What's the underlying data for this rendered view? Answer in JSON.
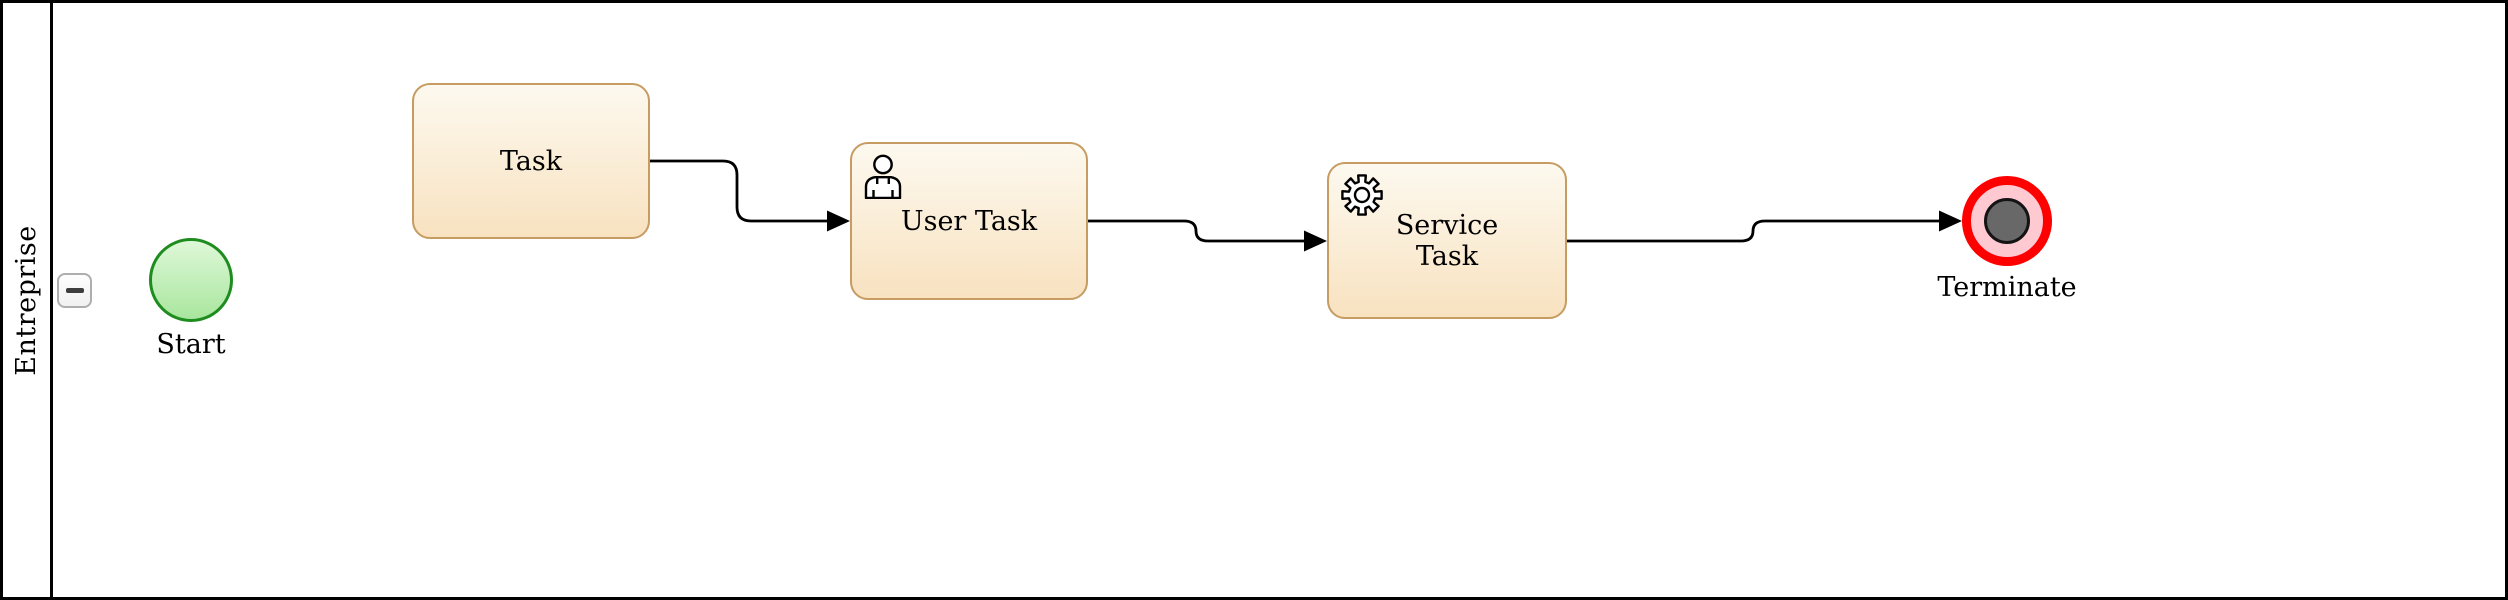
{
  "diagram": {
    "pool": {
      "lane_label": "Entreprise"
    },
    "nodes": {
      "start_event": {
        "label": "Start",
        "icon": "start-event-circle"
      },
      "task": {
        "label": "Task"
      },
      "user_task": {
        "label": "User Task",
        "icon": "user-icon"
      },
      "service_task": {
        "label": "Service Task",
        "icon": "gear-icon"
      },
      "terminate_event": {
        "label": "Terminate",
        "icon": "terminate-event-circle"
      }
    },
    "edges": [
      {
        "from": "Task",
        "to": "User Task"
      },
      {
        "from": "User Task",
        "to": "Service Task"
      },
      {
        "from": "Service Task",
        "to": "Terminate"
      }
    ],
    "colors": {
      "task_border": "#c69c62",
      "task_fill_top": "#fdf9ef",
      "task_fill_bottom": "#f8e2c0",
      "start_border": "#1e8c1e",
      "start_fill_top": "#def8d8",
      "start_fill_bottom": "#a9e69e",
      "terminate_ring": "#ff0000",
      "terminate_fill": "#ffc9d2",
      "terminate_core": "#686868",
      "edge_color": "#000000",
      "pool_border": "#000000"
    }
  }
}
